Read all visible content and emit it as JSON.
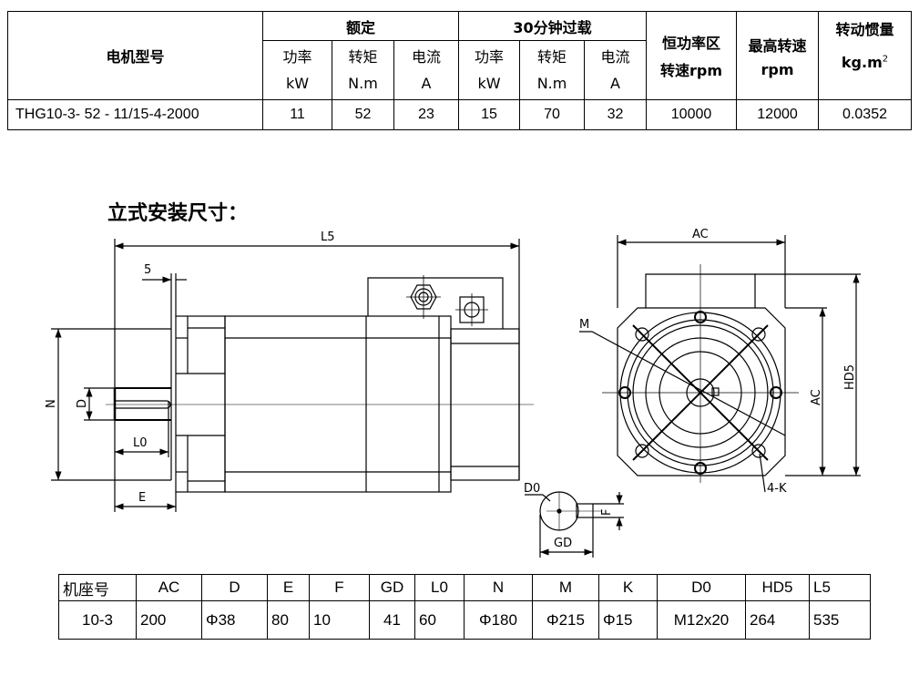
{
  "spec_table": {
    "model_header": "电机型号",
    "rated_header": "额定",
    "overload_header": "30分钟过载",
    "const_power_header": [
      "恒功率区",
      "转速rpm"
    ],
    "max_speed_header": [
      "最高转速",
      "rpm"
    ],
    "inertia_header": [
      "转动惯量",
      "kg.m",
      "2"
    ],
    "sub_headers": [
      {
        "name": "功率",
        "unit": "kW"
      },
      {
        "name": "转矩",
        "unit": "N.m"
      },
      {
        "name": "电流",
        "unit": "A"
      },
      {
        "name": "功率",
        "unit": "kW"
      },
      {
        "name": "转矩",
        "unit": "N.m"
      },
      {
        "name": "电流",
        "unit": "A"
      }
    ],
    "row": [
      "THG10-3- 52 - 11/15-4-2000",
      "11",
      "52",
      "23",
      "15",
      "70",
      "32",
      "10000",
      "12000",
      "0.0352"
    ]
  },
  "section_title": "立式安装尺寸：",
  "drawing": {
    "labels": {
      "L5": "L5",
      "five": "5",
      "N": "N",
      "D": "D",
      "L0": "L0",
      "E": "E",
      "AC_top": "AC",
      "M": "M",
      "HD5": "HD5",
      "AC_side": "AC",
      "K": "4-K",
      "D0": "D0",
      "F": "F",
      "GD": "GD"
    }
  },
  "dims_table": {
    "headers": [
      "机座号",
      "AC",
      "D",
      "E",
      "F",
      "GD",
      "L0",
      "N",
      "M",
      "K",
      "D0",
      "HD5",
      "L5"
    ],
    "values": [
      "10-3",
      "200",
      "Φ38",
      "80",
      "10",
      "41",
      "60",
      "Φ180",
      "Φ215",
      "Φ15",
      "M12x20",
      "264",
      "535"
    ]
  }
}
